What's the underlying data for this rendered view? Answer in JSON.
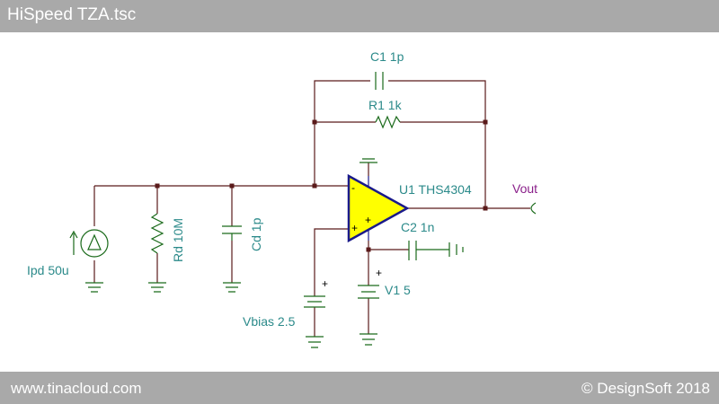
{
  "title": "HiSpeed TZA.tsc",
  "footer": {
    "left": "www.tinacloud.com",
    "right": "© DesignSoft 2018"
  },
  "components": {
    "c1": "C1 1p",
    "r1": "R1 1k",
    "u1": "U1 THS4304",
    "vout": "Vout",
    "c2": "C2 1n",
    "rd": "Rd 10M",
    "cd": "Cd 1p",
    "ipd": "Ipd 50u",
    "v1": "V1 5",
    "vbias": "Vbias 2.5"
  },
  "colors": {
    "wire": "#5a1a1a",
    "component": "#1a6a1a",
    "label": "#2b8a8a",
    "output_label": "#8a1f8a",
    "opamp_fill": "#ffff00",
    "opamp_outline": "#1a1a8a"
  }
}
